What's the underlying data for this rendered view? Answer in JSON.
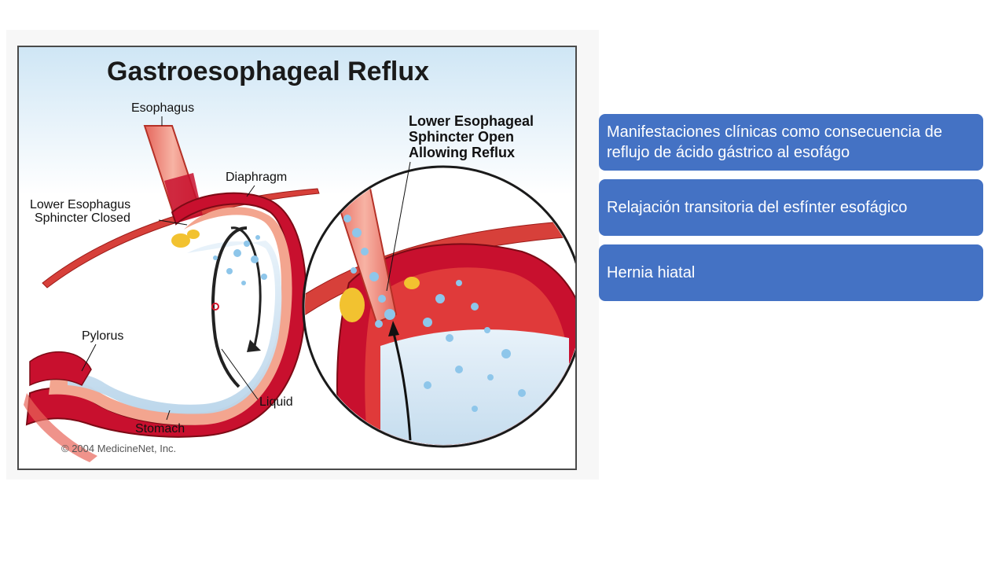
{
  "figure": {
    "title": "Gastroesophageal Reflux",
    "labels": {
      "esophagus": "Esophagus",
      "diaphragm": "Diaphragm",
      "les_closed_line1": "Lower Esophagus",
      "les_closed_line2": "Sphincter Closed",
      "pylorus": "Pylorus",
      "liquid": "Liquid",
      "stomach": "Stomach",
      "les_open_line1": "Lower Esophageal",
      "les_open_line2": "Sphincter Open",
      "les_open_line3": "Allowing Reflux"
    },
    "copyright": "© 2004 MedicineNet, Inc."
  },
  "callouts": [
    {
      "text": "Manifestaciones clínicas como consecuencia de reflujo de ácido gástrico al esofágo"
    },
    {
      "text": "Relajación transitoria del esfínter esofágico"
    },
    {
      "text": "Hernia hiatal"
    }
  ],
  "colors": {
    "callout_bg": "#4472c4",
    "tissue_red": "#c8102e",
    "muscle_pink": "#e8655a",
    "fat_yellow": "#f2c230",
    "liquid_blue": "#cfe3f2",
    "bubble_blue": "#8ec6ea"
  }
}
